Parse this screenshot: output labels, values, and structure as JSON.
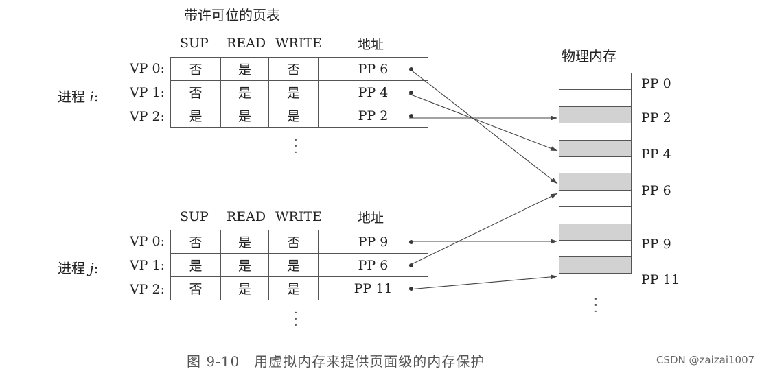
{
  "table_title": "带许可位的页表",
  "headers": {
    "sup": "SUP",
    "read": "READ",
    "write": "WRITE",
    "addr": "地址"
  },
  "memory_title": "物理内存",
  "process_i": {
    "label_prefix": "进程",
    "label_var": "i",
    "label_suffix": ":",
    "rows": [
      {
        "vp": "VP 0:",
        "sup": "否",
        "read": "是",
        "write": "否",
        "addr": "PP 6"
      },
      {
        "vp": "VP 1:",
        "sup": "否",
        "read": "是",
        "write": "是",
        "addr": "PP 4"
      },
      {
        "vp": "VP 2:",
        "sup": "是",
        "read": "是",
        "write": "是",
        "addr": "PP 2"
      }
    ]
  },
  "process_j": {
    "label_prefix": "进程",
    "label_var": "j",
    "label_suffix": ":",
    "rows": [
      {
        "vp": "VP 0:",
        "sup": "否",
        "read": "是",
        "write": "否",
        "addr": "PP 9"
      },
      {
        "vp": "VP 1:",
        "sup": "是",
        "read": "是",
        "write": "是",
        "addr": "PP 6"
      },
      {
        "vp": "VP 2:",
        "sup": "否",
        "read": "是",
        "write": "是",
        "addr": "PP 11"
      }
    ]
  },
  "memory_labels": [
    "PP 0",
    "PP 2",
    "PP 4",
    "PP 6",
    "PP 9",
    "PP 11"
  ],
  "memory_used_pages": [
    2,
    4,
    6,
    9,
    11
  ],
  "caption": "图 9-10　用虚拟内存来提供页面级的内存保护",
  "watermark": "CSDN @zaizai1007"
}
